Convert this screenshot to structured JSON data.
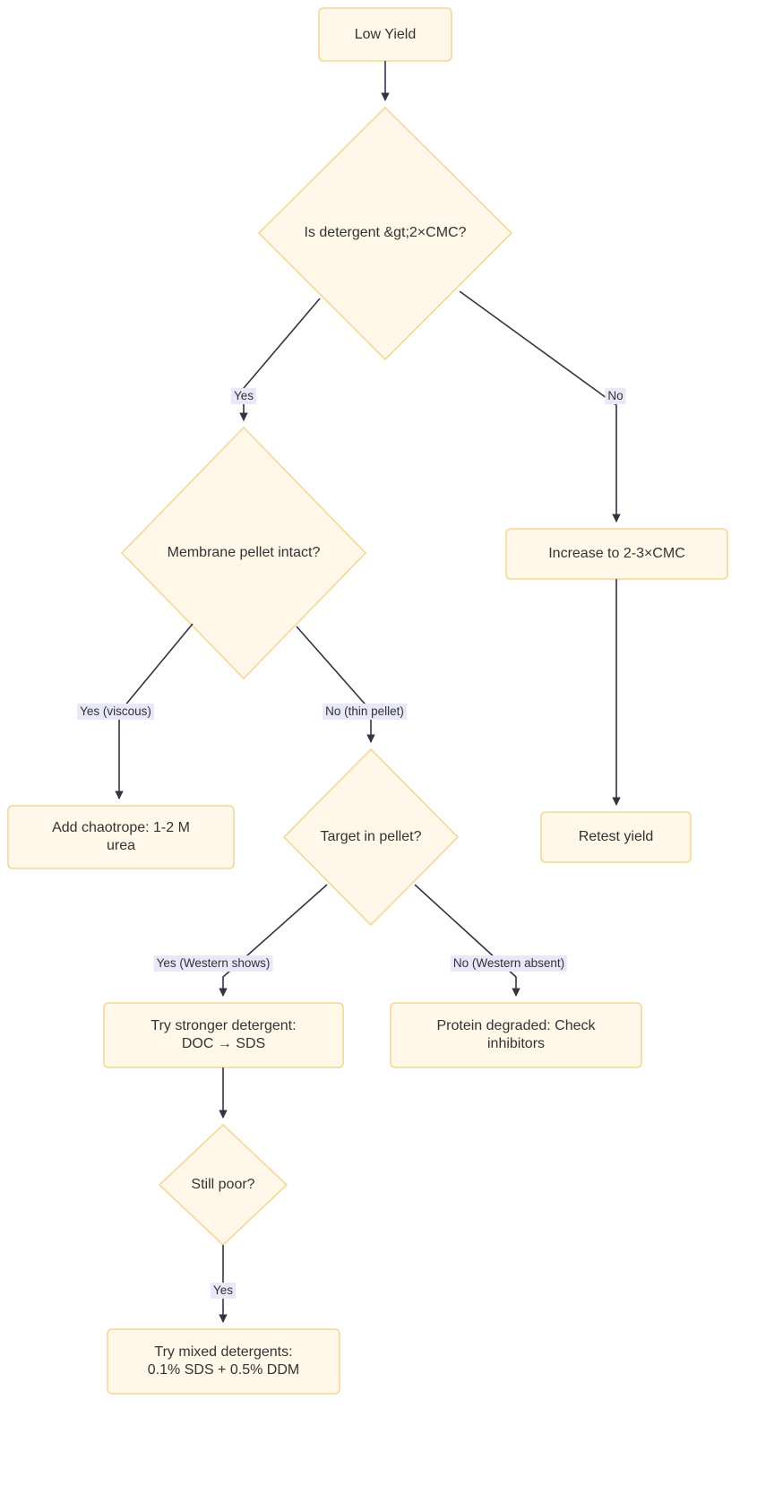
{
  "theme": {
    "node_fill": "#fff8e8",
    "node_stroke": "#f2d799",
    "edge_stroke": "#333344",
    "edge_label_bg": "#e8e8f8",
    "text_color": "#333333",
    "page_bg": "#ffffff"
  },
  "chart_data": {
    "type": "flowchart",
    "title": "Low Yield troubleshooting decision tree",
    "orientation": "top-down",
    "nodes": [
      {
        "id": "n1",
        "shape": "rect",
        "label": "Low Yield"
      },
      {
        "id": "n2",
        "shape": "diamond",
        "label": "Is detergent &gt;2×CMC?"
      },
      {
        "id": "n3",
        "shape": "diamond",
        "label": "Membrane pellet intact?"
      },
      {
        "id": "n4",
        "shape": "rect",
        "label": "Increase to 2-3×CMC"
      },
      {
        "id": "n5",
        "shape": "rect",
        "label": "Add chaotrope: 1-2 M urea"
      },
      {
        "id": "n6",
        "shape": "diamond",
        "label": "Target in pellet?"
      },
      {
        "id": "n7",
        "shape": "rect",
        "label": "Retest yield"
      },
      {
        "id": "n8",
        "shape": "rect",
        "label": "Try stronger detergent: DOC → SDS"
      },
      {
        "id": "n9",
        "shape": "rect",
        "label": "Protein degraded: Check inhibitors"
      },
      {
        "id": "n10",
        "shape": "diamond",
        "label": "Still poor?"
      },
      {
        "id": "n11",
        "shape": "rect",
        "label": "Try mixed detergents: 0.1% SDS + 0.5% DDM"
      }
    ],
    "edges": [
      {
        "from": "n1",
        "to": "n2",
        "label": ""
      },
      {
        "from": "n2",
        "to": "n3",
        "label": "Yes"
      },
      {
        "from": "n2",
        "to": "n4",
        "label": "No"
      },
      {
        "from": "n3",
        "to": "n5",
        "label": "Yes (viscous)"
      },
      {
        "from": "n3",
        "to": "n6",
        "label": "No (thin pellet)"
      },
      {
        "from": "n4",
        "to": "n7",
        "label": ""
      },
      {
        "from": "n6",
        "to": "n8",
        "label": "Yes (Western shows)"
      },
      {
        "from": "n6",
        "to": "n9",
        "label": "No (Western absent)"
      },
      {
        "from": "n8",
        "to": "n10",
        "label": ""
      },
      {
        "from": "n10",
        "to": "n11",
        "label": "Yes"
      }
    ]
  },
  "nodes": {
    "n1": {
      "label": "Low Yield"
    },
    "n2": {
      "label": "Is detergent &gt;2×CMC?"
    },
    "n3": {
      "label": "Membrane pellet intact?"
    },
    "n4": {
      "label": "Increase to 2-3×CMC"
    },
    "n5": {
      "label": "Add chaotrope: 1-2 M\nurea"
    },
    "n6": {
      "label": "Target in pellet?"
    },
    "n7": {
      "label": "Retest yield"
    },
    "n8": {
      "label": "Try stronger detergent:\nDOC → SDS"
    },
    "n9": {
      "label": "Protein degraded: Check\ninhibitors"
    },
    "n10": {
      "label": "Still poor?"
    },
    "n11": {
      "label": "Try mixed detergents:\n0.1% SDS + 0.5% DDM"
    }
  },
  "edge_labels": {
    "e_yes_cmc": "Yes",
    "e_no_cmc": "No",
    "e_yes_viscous": "Yes (viscous)",
    "e_no_thin": "No (thin pellet)",
    "e_yes_western": "Yes (Western shows)",
    "e_no_western": "No (Western absent)",
    "e_yes_still_poor": "Yes"
  }
}
